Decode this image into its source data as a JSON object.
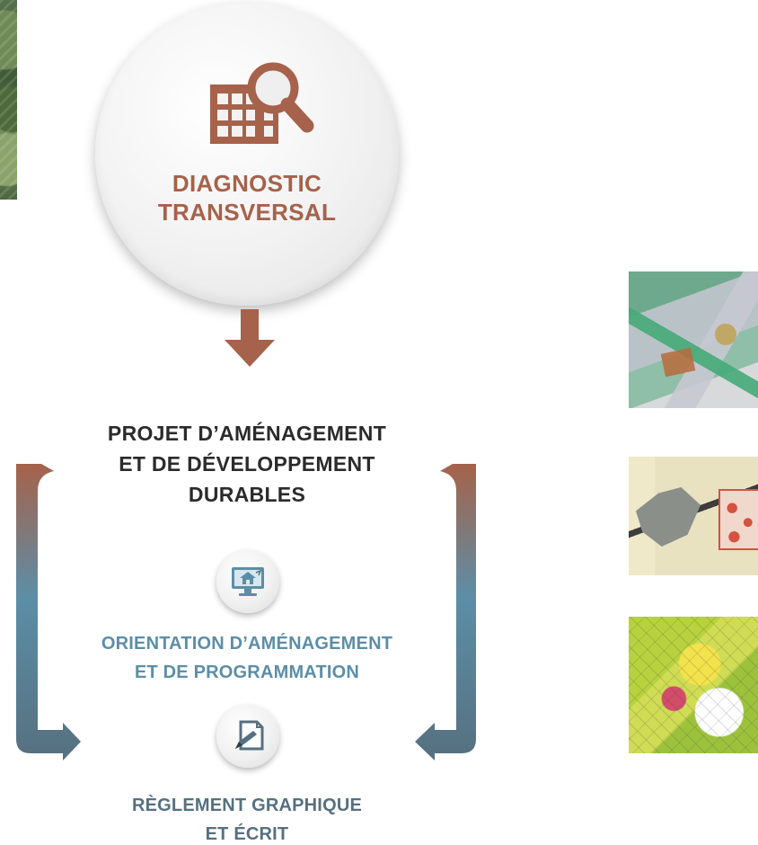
{
  "diagnostic": {
    "line1": "DIAGNOSTIC",
    "line2": "TRANSVERSAL"
  },
  "padd": {
    "line1": "PROJET D’AMÉNAGEMENT",
    "line2": "ET DE DÉVELOPPEMENT",
    "line3": "DURABLES"
  },
  "oap": {
    "line1": "ORIENTATION D’AMÉNAGEMENT",
    "line2": "ET DE PROGRAMMATION"
  },
  "reglement": {
    "line1": "RÈGLEMENT GRAPHIQUE",
    "line2": "ET ÉCRIT"
  },
  "icons": {
    "diagnostic": "building-magnifier-icon",
    "oap": "monitor-house-icon",
    "reglement": "document-pen-icon",
    "flow_down": "down-arrow-icon",
    "bracket_left": "left-bracket-arrow-icon",
    "bracket_right": "right-bracket-arrow-icon"
  },
  "colors": {
    "brown": "#a6624a",
    "blue": "#5c8ea7",
    "slate": "#56707f",
    "dark": "#2b2b2b"
  }
}
